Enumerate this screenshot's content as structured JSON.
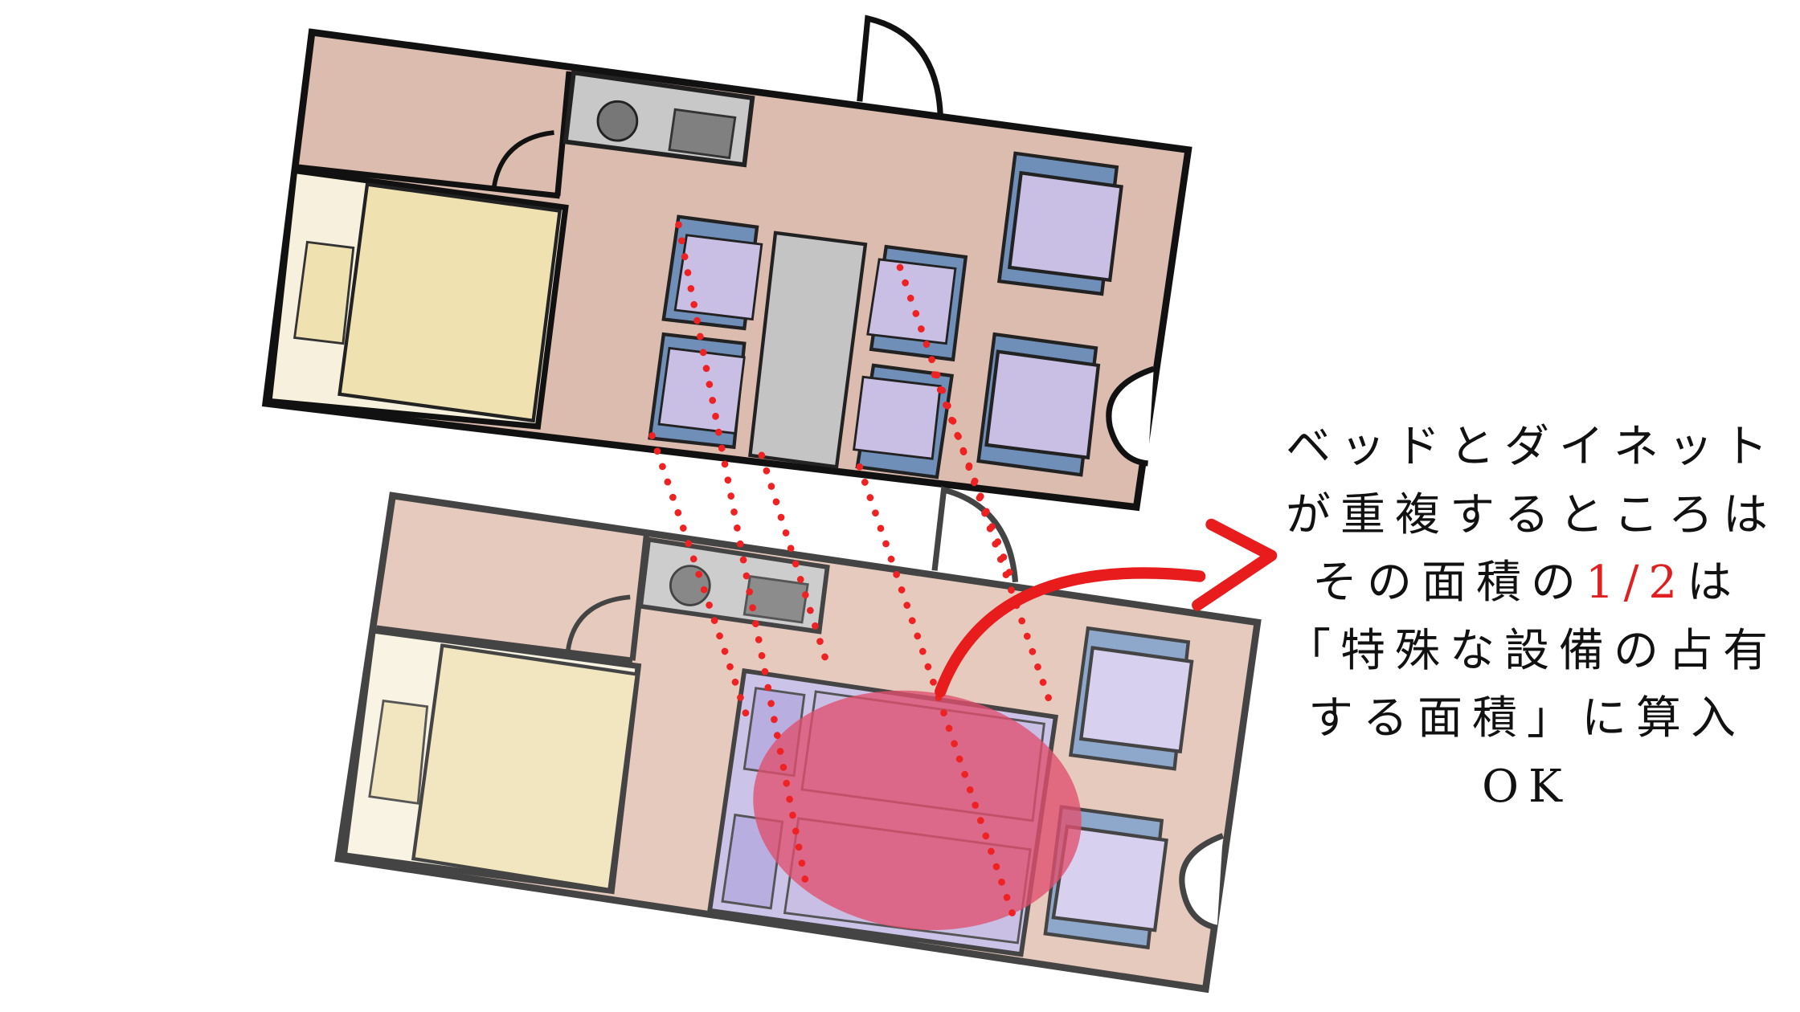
{
  "note": {
    "line1": "ベッドとダイネット",
    "line2": "が重複するところは",
    "line3_pre": "その面積の",
    "line3_highlight": "1/2",
    "line3_post": "は",
    "line4": "「特殊な設備の占有",
    "line5": "する面積」に算入",
    "line6": "OK"
  },
  "colors": {
    "floor": "#dcbcae",
    "bedroom_floor": "#f6f0dc",
    "bed": "#efe2b0",
    "chair_back": "#6f8fb8",
    "chair_seat": "#c9bfe4",
    "table": "#c4c4c4",
    "overlap": "#e0506e",
    "arrow": "#e81c1c",
    "highlight_text": "#e02020"
  }
}
